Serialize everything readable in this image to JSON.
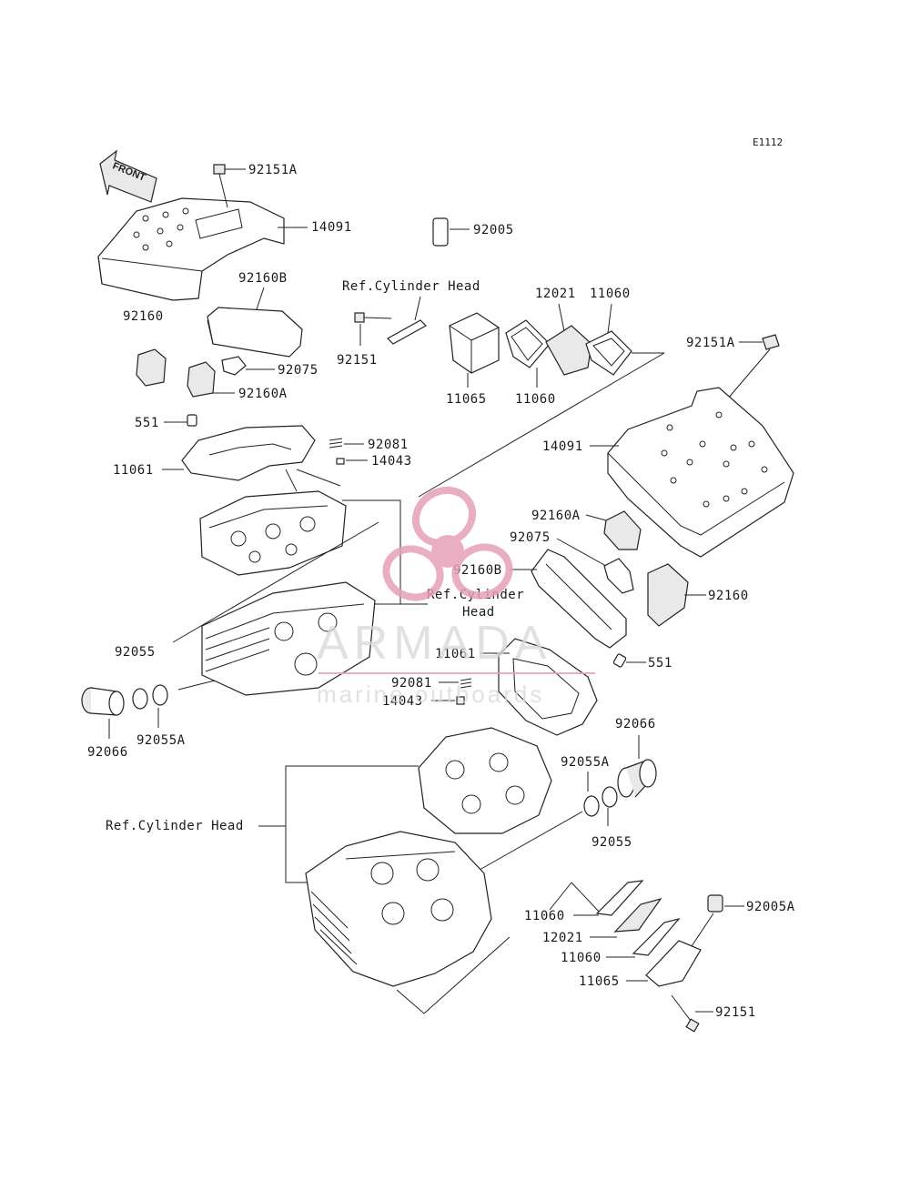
{
  "diagram_code": "E1112",
  "front_label": "FRONT",
  "watermark": {
    "brand": "ARMADA",
    "tagline": "marine outboards",
    "accent_color": "#e7a0b8"
  },
  "labels": {
    "p92151A_top": "92151A",
    "p14091_top": "14091",
    "p92005": "92005",
    "ref_head_1": "Ref.Cylinder Head",
    "p12021_top": "12021",
    "p11060_top1": "11060",
    "p92160B_top": "92160B",
    "p92160_top": "92160",
    "p92151_top": "92151",
    "p92075_top": "92075",
    "p92160A_top": "92160A",
    "p11065_top": "11065",
    "p11060_top2": "11060",
    "p92151A_right": "92151A",
    "p551_top": "551",
    "p92081_top": "92081",
    "p11061_top": "11061",
    "p14043_top": "14043",
    "p14091_right": "14091",
    "p92160A_right": "92160A",
    "p92075_right": "92075",
    "p92160B_right": "92160B",
    "ref_head_2a": "Ref.Cylinder",
    "ref_head_2b": "Head",
    "p92160_right": "92160",
    "p92055_left": "92055",
    "p11061_mid": "11061",
    "p551_mid": "551",
    "p92081_mid": "92081",
    "p14043_mid": "14043",
    "p92066_left": "92066",
    "p92055A_left": "92055A",
    "p92066_right": "92066",
    "p92055A_right": "92055A",
    "ref_head_3": "Ref.Cylinder Head",
    "p92055_right": "92055",
    "p11060_bot1": "11060",
    "p92005A": "92005A",
    "p12021_bot": "12021",
    "p11060_bot2": "11060",
    "p11065_bot": "11065",
    "p92151_bot": "92151"
  }
}
